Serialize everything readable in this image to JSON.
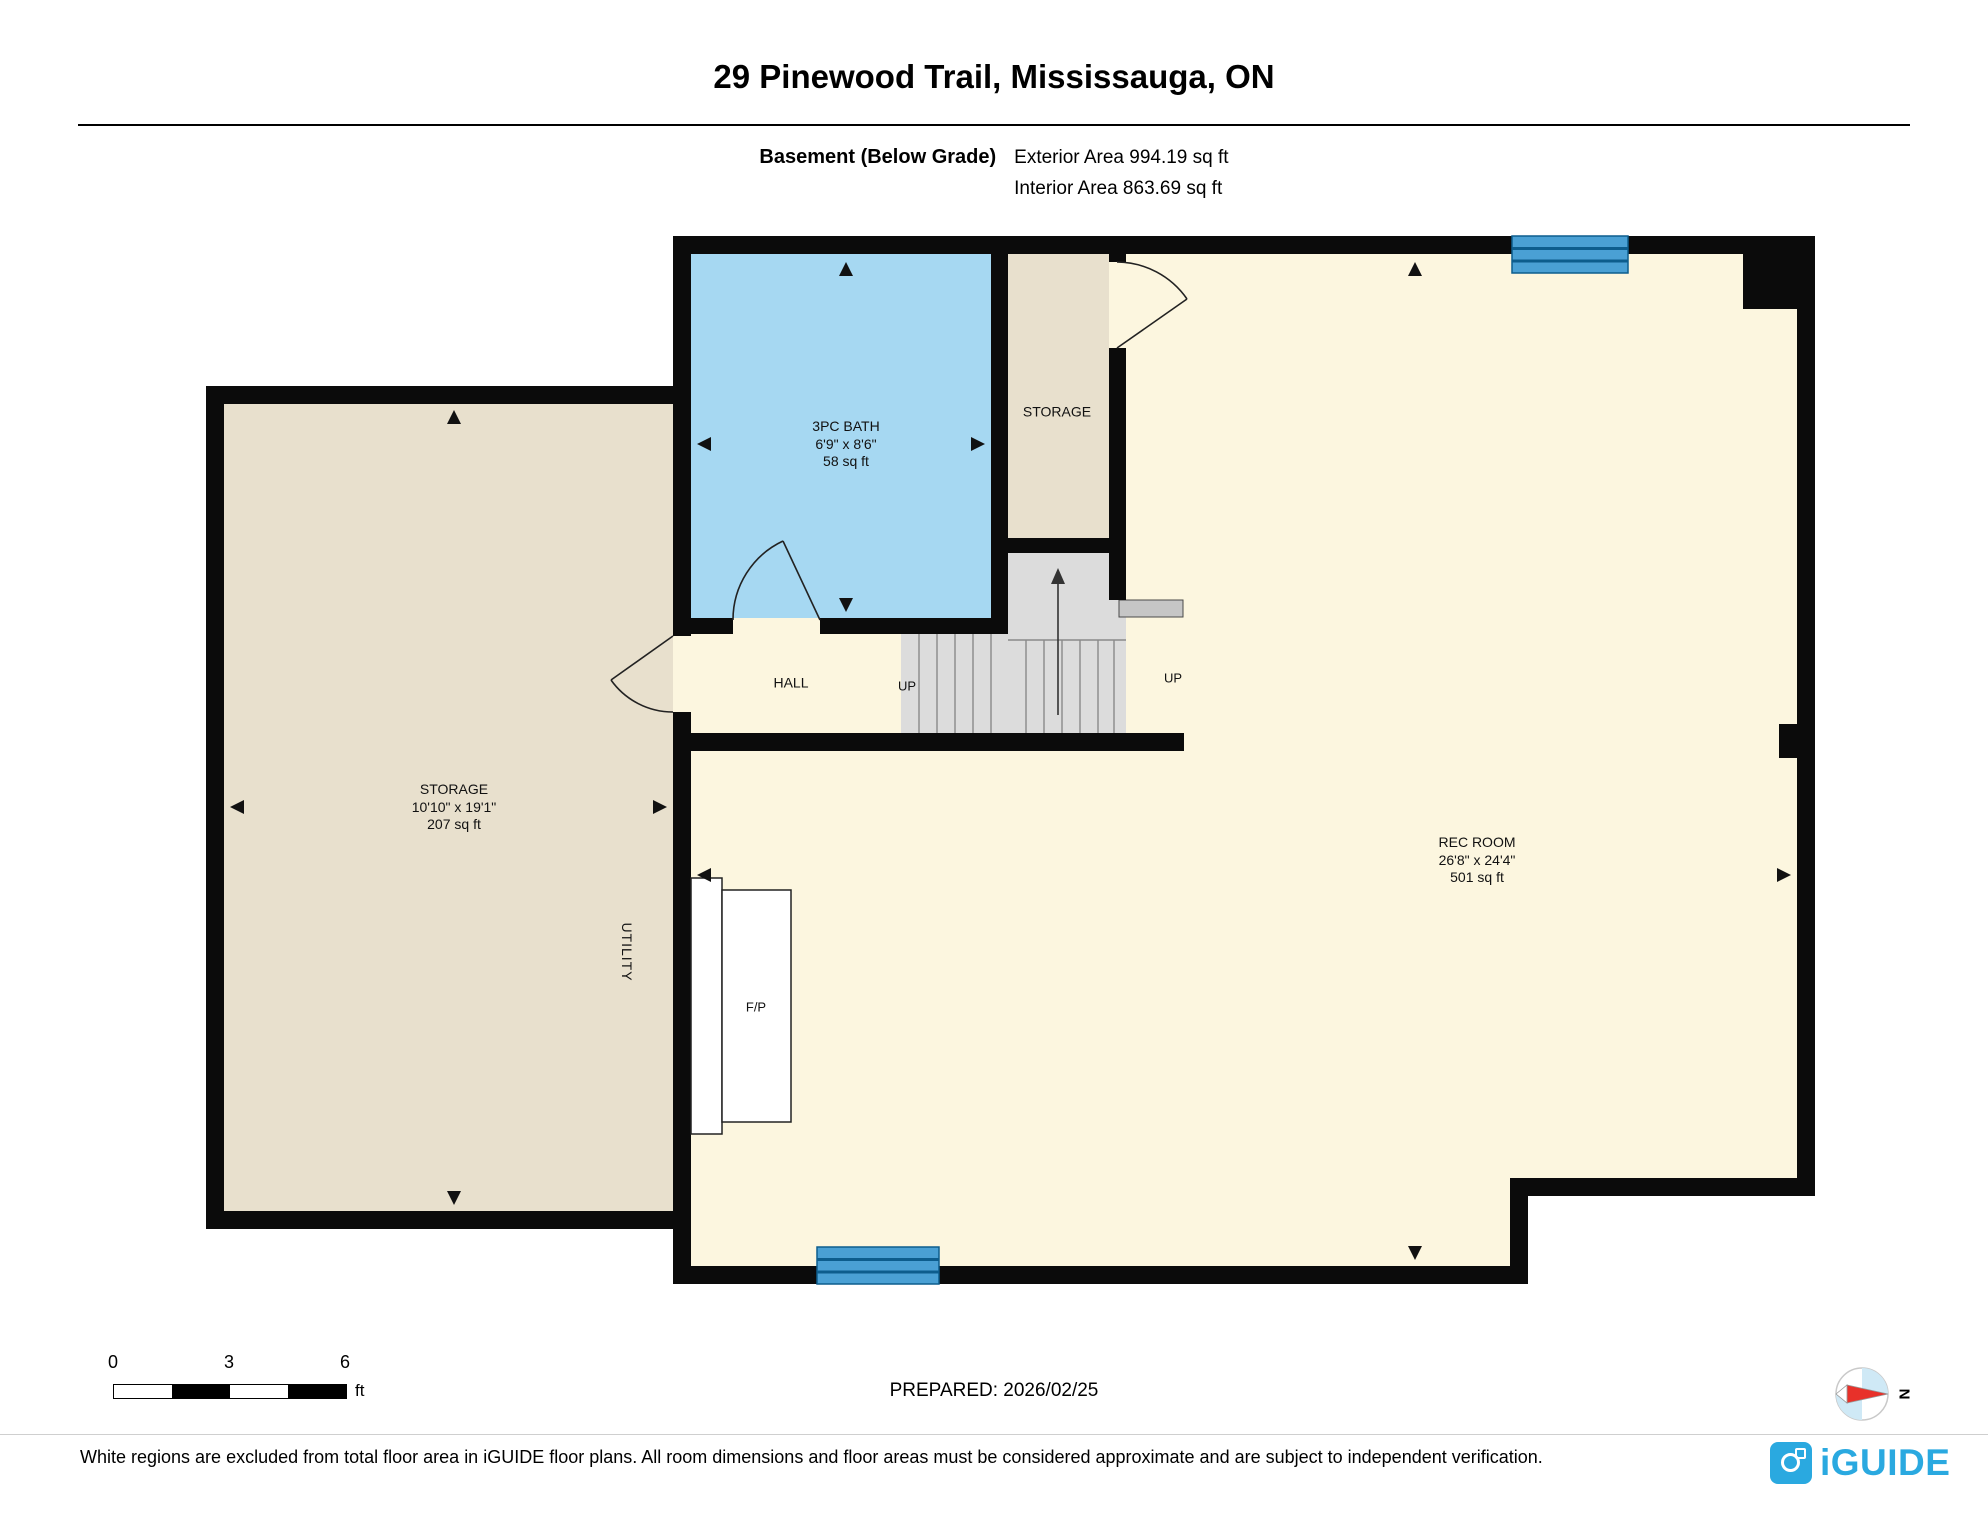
{
  "header": {
    "title": "29 Pinewood Trail, Mississauga, ON",
    "floor_label": "Basement (Below Grade)",
    "exterior_area": "Exterior Area 994.19 sq ft",
    "interior_area": "Interior Area 863.69 sq ft"
  },
  "rooms": {
    "storage_left": {
      "name": "STORAGE",
      "dims": "10'10\" x 19'1\"",
      "area": "207 sq ft"
    },
    "utility": {
      "name": "UTILITY"
    },
    "bath": {
      "name": "3PC BATH",
      "dims": "6'9\" x 8'6\"",
      "area": "58 sq ft"
    },
    "storage_small": {
      "name": "STORAGE"
    },
    "hall": {
      "name": "HALL"
    },
    "rec_room": {
      "name": "REC ROOM",
      "dims": "26'8\" x 24'4\"",
      "area": "501 sq ft"
    },
    "fireplace": {
      "label": "F/P"
    },
    "stairs": {
      "up_lower": "UP",
      "up_upper": "UP"
    }
  },
  "scale_bar": {
    "tick0": "0",
    "tick3": "3",
    "tick6": "6",
    "unit": "ft"
  },
  "footer": {
    "prepared": "PREPARED: 2026/02/25",
    "disclaimer": "White regions are excluded from total floor area in iGUIDE floor plans. All room dimensions and floor areas must be considered approximate and are subject to independent verification.",
    "brand": "iGUIDE",
    "compass_north": "N"
  },
  "colors": {
    "wall": "#0b0b0b",
    "room_cream": "#fcf6df",
    "room_beige": "#e8e0cd",
    "bath_blue": "#a6d8f2",
    "window_blue": "#4aa0d4",
    "stair_gray": "#dcdcdc",
    "brand_blue": "#2aa9e0"
  }
}
